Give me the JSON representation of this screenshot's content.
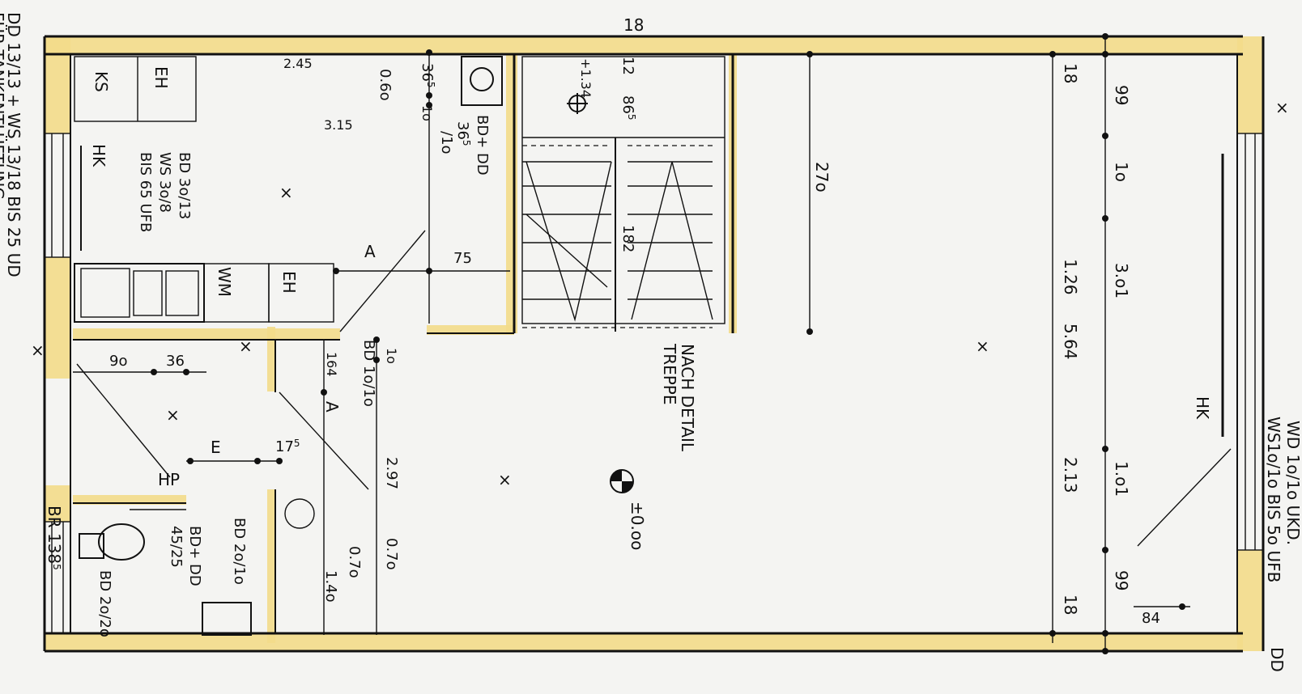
{
  "plan": {
    "top_left_note_1": "DD 13/13 + WS 13/18 BIS 25 UD",
    "top_left_note_2": "FÜR TANKENTLÜFTUNG",
    "top_dim_18": "18",
    "labels": {
      "ks": "KS",
      "eh_top": "EH",
      "hk_left": "HK",
      "wm": "WM",
      "eh_mid": "EH",
      "hp": "HP",
      "e": "E",
      "a_top": "A",
      "a_mid": "A",
      "hk_right": "HK",
      "treppe_1": "TREPPE",
      "treppe_2": "NACH DETAIL",
      "br": "BR 138",
      "br_sup": "5",
      "dd_bottom": "DD"
    },
    "annotations": {
      "bd_ws_1": "BD 3o/13",
      "bd_ws_2": "WS 3o/8",
      "bd_ws_3": "BIS 65 UFB",
      "bd_dd_top_1": "BD+ DD",
      "bd_dd_top_2": "36",
      "bd_dd_top_sup": "5",
      "bd_dd_top_3": "/1o",
      "dim_2_45": "2.45",
      "dim_0_60": "0.6o",
      "dim_3_15": "3.15",
      "dim_36_5": "36",
      "dim_36_5_sup": "5",
      "dim_10_a": "1o",
      "stair_level": "+1.34",
      "stair_12": "12",
      "stair_86": "86",
      "stair_86_sup": "5",
      "stair_182": "182",
      "dim_270": "27o",
      "dim_75": "75",
      "dim_90": "9o",
      "dim_36": "36",
      "bd_10_10": "BD 1o/1o",
      "dim_164": "164",
      "dim_10_b": "1o",
      "dim_175": "17",
      "dim_175_sup": "5",
      "dim_297": "2.97",
      "dim_140": "1.4o",
      "bd_dd_wc_1": "BD+ DD",
      "bd_dd_wc_2": "45/25",
      "bd_20_10": "BD 2o/1o",
      "bd_20_20": "BD 2o/2o",
      "zero_level": "±0.oo",
      "dim_0_70": "0.7o",
      "dim_0_70b": "0.7o",
      "right_note_1": "WD 1o/1o UKD.",
      "right_note_2": "WS1o/1o BIS 5o UFB",
      "dim_84": "84"
    },
    "vertical_dims": [
      "18",
      "99",
      "1o",
      "3.o1",
      "1.26",
      "5.64",
      "1.o1",
      "2.13",
      "99",
      "18"
    ]
  }
}
